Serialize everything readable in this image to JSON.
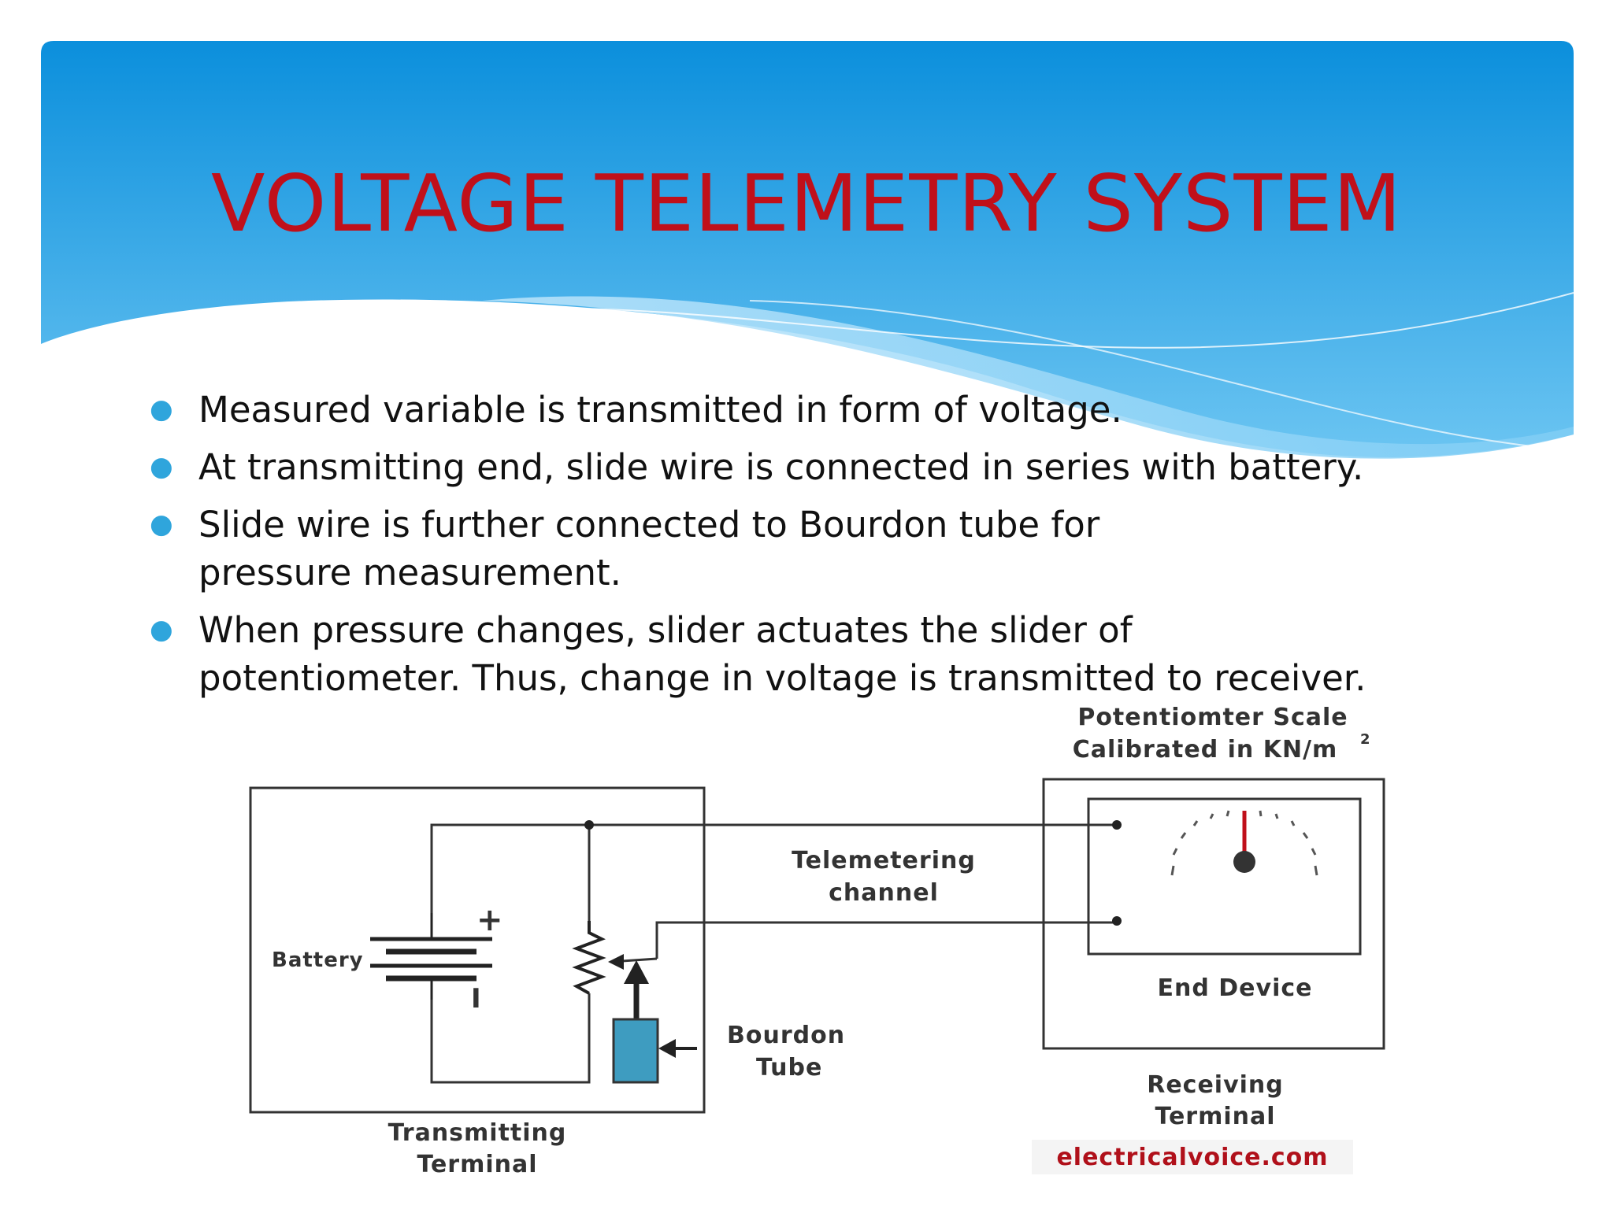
{
  "slide": {
    "title": "VOLTAGE TELEMETRY SYSTEM",
    "bullets": [
      "Measured variable is transmitted in form of voltage.",
      "At transmitting end, slide wire is connected in series with battery.",
      "Slide wire is further connected to Bourdon tube for pressure measurement.",
      "When pressure changes, slider actuates the slider of potentiometer. Thus, change in voltage is transmitted to receiver."
    ]
  },
  "diagram": {
    "scale_label_1": "Potentiomter Scale",
    "scale_label_2": "Calibrated in KN/m",
    "scale_label_sup": "2",
    "battery": "Battery",
    "plus": "+",
    "minus": "I",
    "channel_1": "Telemetering",
    "channel_2": "channel",
    "bourdon_1": "Bourdon",
    "bourdon_2": "Tube",
    "end_device": "End Device",
    "receiving_1": "Receiving",
    "receiving_2": "Terminal",
    "transmitting_1": "Transmitting",
    "transmitting_2": "Terminal",
    "source": "electricalvoice.com"
  },
  "colors": {
    "title": "#c0101a",
    "header_top": "#0b8fdc",
    "header_bottom": "#6cc5f2",
    "bullet_dot": "#2fa5dc",
    "bourdon_fill": "#3e9cc0",
    "needle": "#c0101a"
  }
}
